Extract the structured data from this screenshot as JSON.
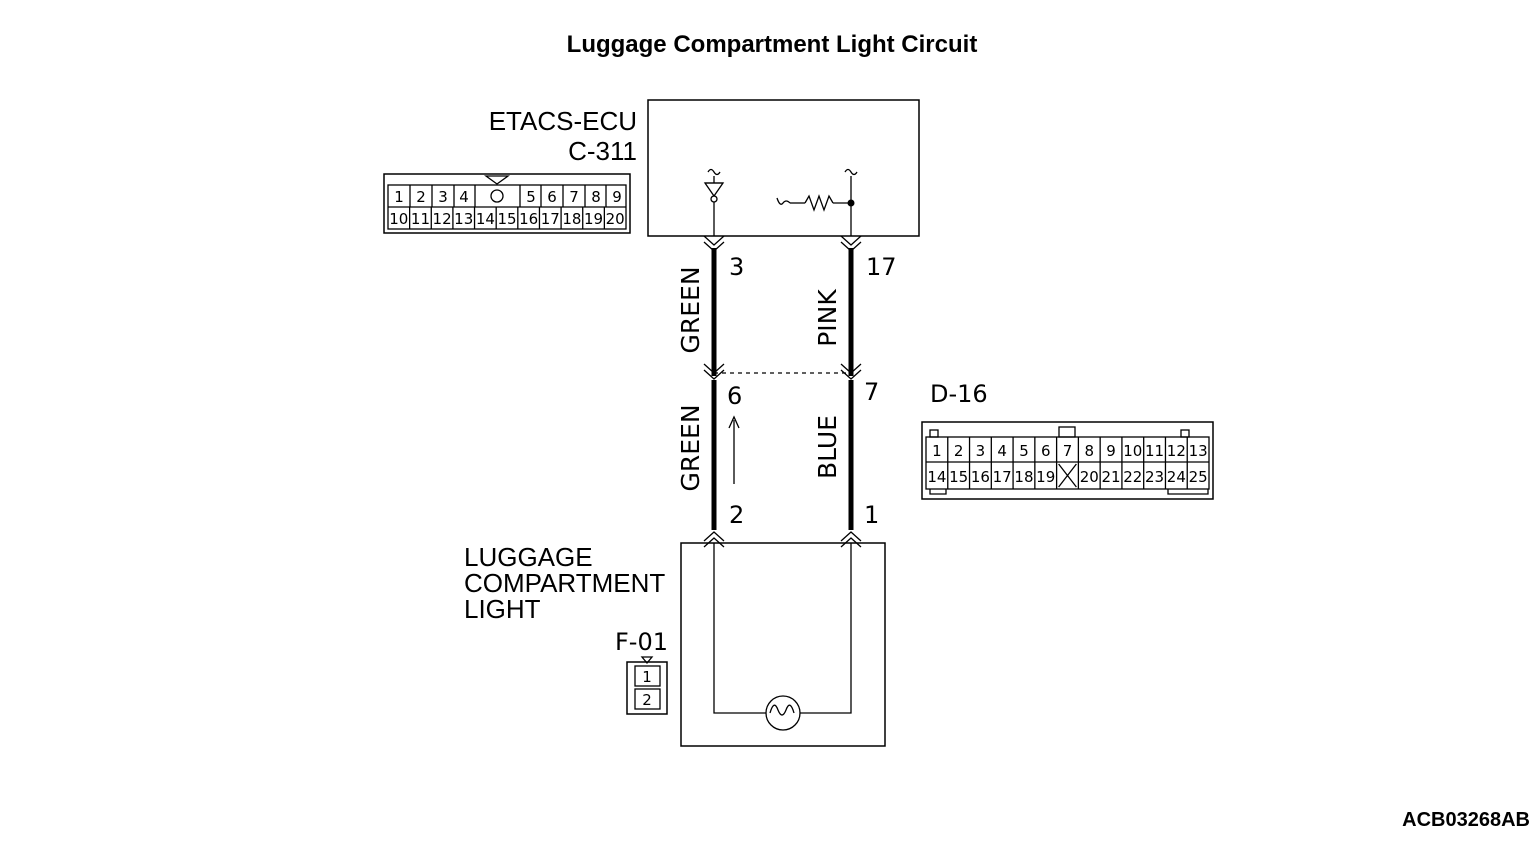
{
  "title": "Luggage Compartment Light Circuit",
  "ecu": {
    "name": "ETACS-ECU",
    "connector": "C-311",
    "pins_top": [
      "1",
      "2",
      "3",
      "4",
      "5",
      "6",
      "7",
      "8",
      "9"
    ],
    "pins_bottom": [
      "10",
      "11",
      "12",
      "13",
      "14",
      "15",
      "16",
      "17",
      "18",
      "19",
      "20"
    ]
  },
  "wires": {
    "left": {
      "color_upper": "GREEN",
      "color_lower": "GREEN",
      "pin_ecu": "3",
      "pin_join": "6",
      "pin_light": "2"
    },
    "right": {
      "color_upper": "PINK",
      "color_lower": "BLUE",
      "pin_ecu": "17",
      "pin_join": "7",
      "pin_light": "1"
    }
  },
  "joint_connector": {
    "name": "D-16",
    "pins_top": [
      "1",
      "2",
      "3",
      "4",
      "5",
      "6",
      "7",
      "8",
      "9",
      "10",
      "11",
      "12",
      "13"
    ],
    "pins_bottom": [
      "14",
      "15",
      "16",
      "17",
      "18",
      "19",
      "20",
      "21",
      "22",
      "23",
      "24",
      "25"
    ]
  },
  "light": {
    "name_lines": [
      "LUGGAGE",
      "COMPARTMENT",
      "LIGHT"
    ],
    "connector": "F-01",
    "pins": [
      "1",
      "2"
    ]
  },
  "footer_code": "ACB03268AB",
  "icons": [
    "ground-symbol",
    "resistor-symbol",
    "lamp-symbol",
    "current-arrow",
    "wire-terminal-arrow"
  ]
}
